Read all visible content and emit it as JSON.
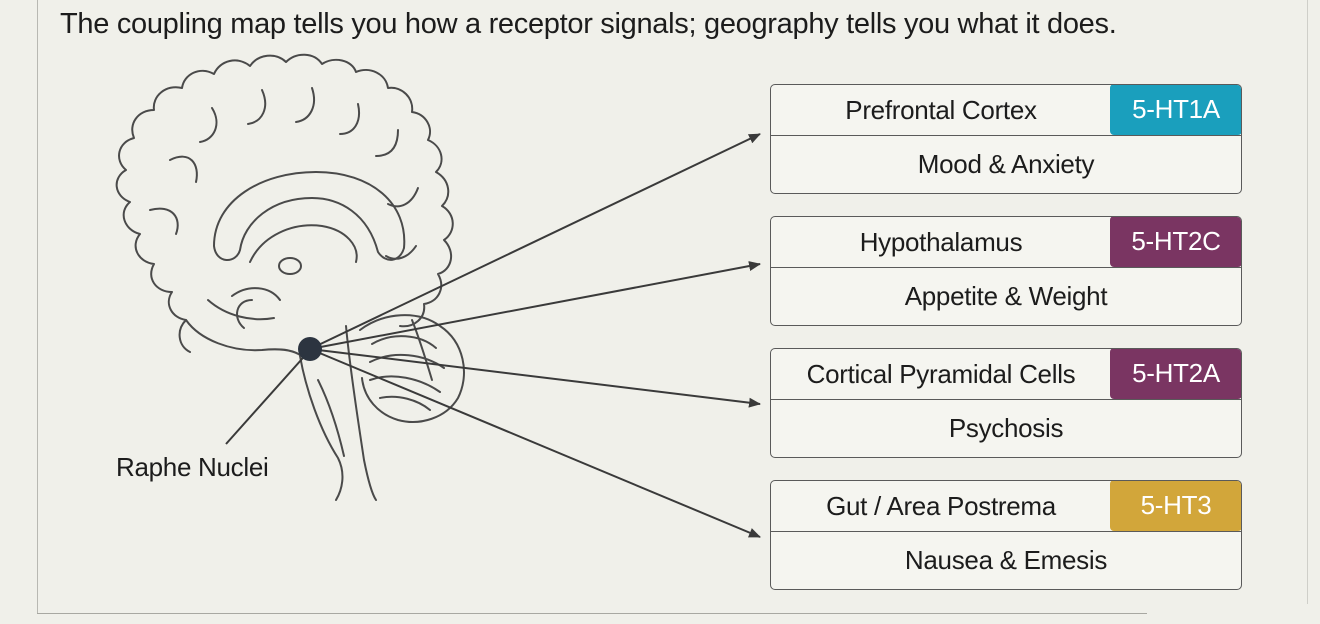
{
  "headline": "The coupling map tells you how a receptor signals; geography tells you what it does.",
  "source_label": "Raphe Nuclei",
  "cards": [
    {
      "region": "Prefrontal Cortex",
      "receptor": "5-HT1A",
      "effect": "Mood & Anxiety",
      "receptor_color": "#1a9fbd"
    },
    {
      "region": "Hypothalamus",
      "receptor": "5-HT2C",
      "effect": "Appetite & Weight",
      "receptor_color": "#7a3562"
    },
    {
      "region": "Cortical Pyramidal Cells",
      "receptor": "5-HT2A",
      "effect": "Psychosis",
      "receptor_color": "#7a3562"
    },
    {
      "region": "Gut / Area Postrema",
      "receptor": "5-HT3",
      "effect": "Nausea & Emesis",
      "receptor_color": "#d2a63a"
    }
  ],
  "colors": {
    "line": "#3a3a3a",
    "source_node": "#2c3440"
  }
}
